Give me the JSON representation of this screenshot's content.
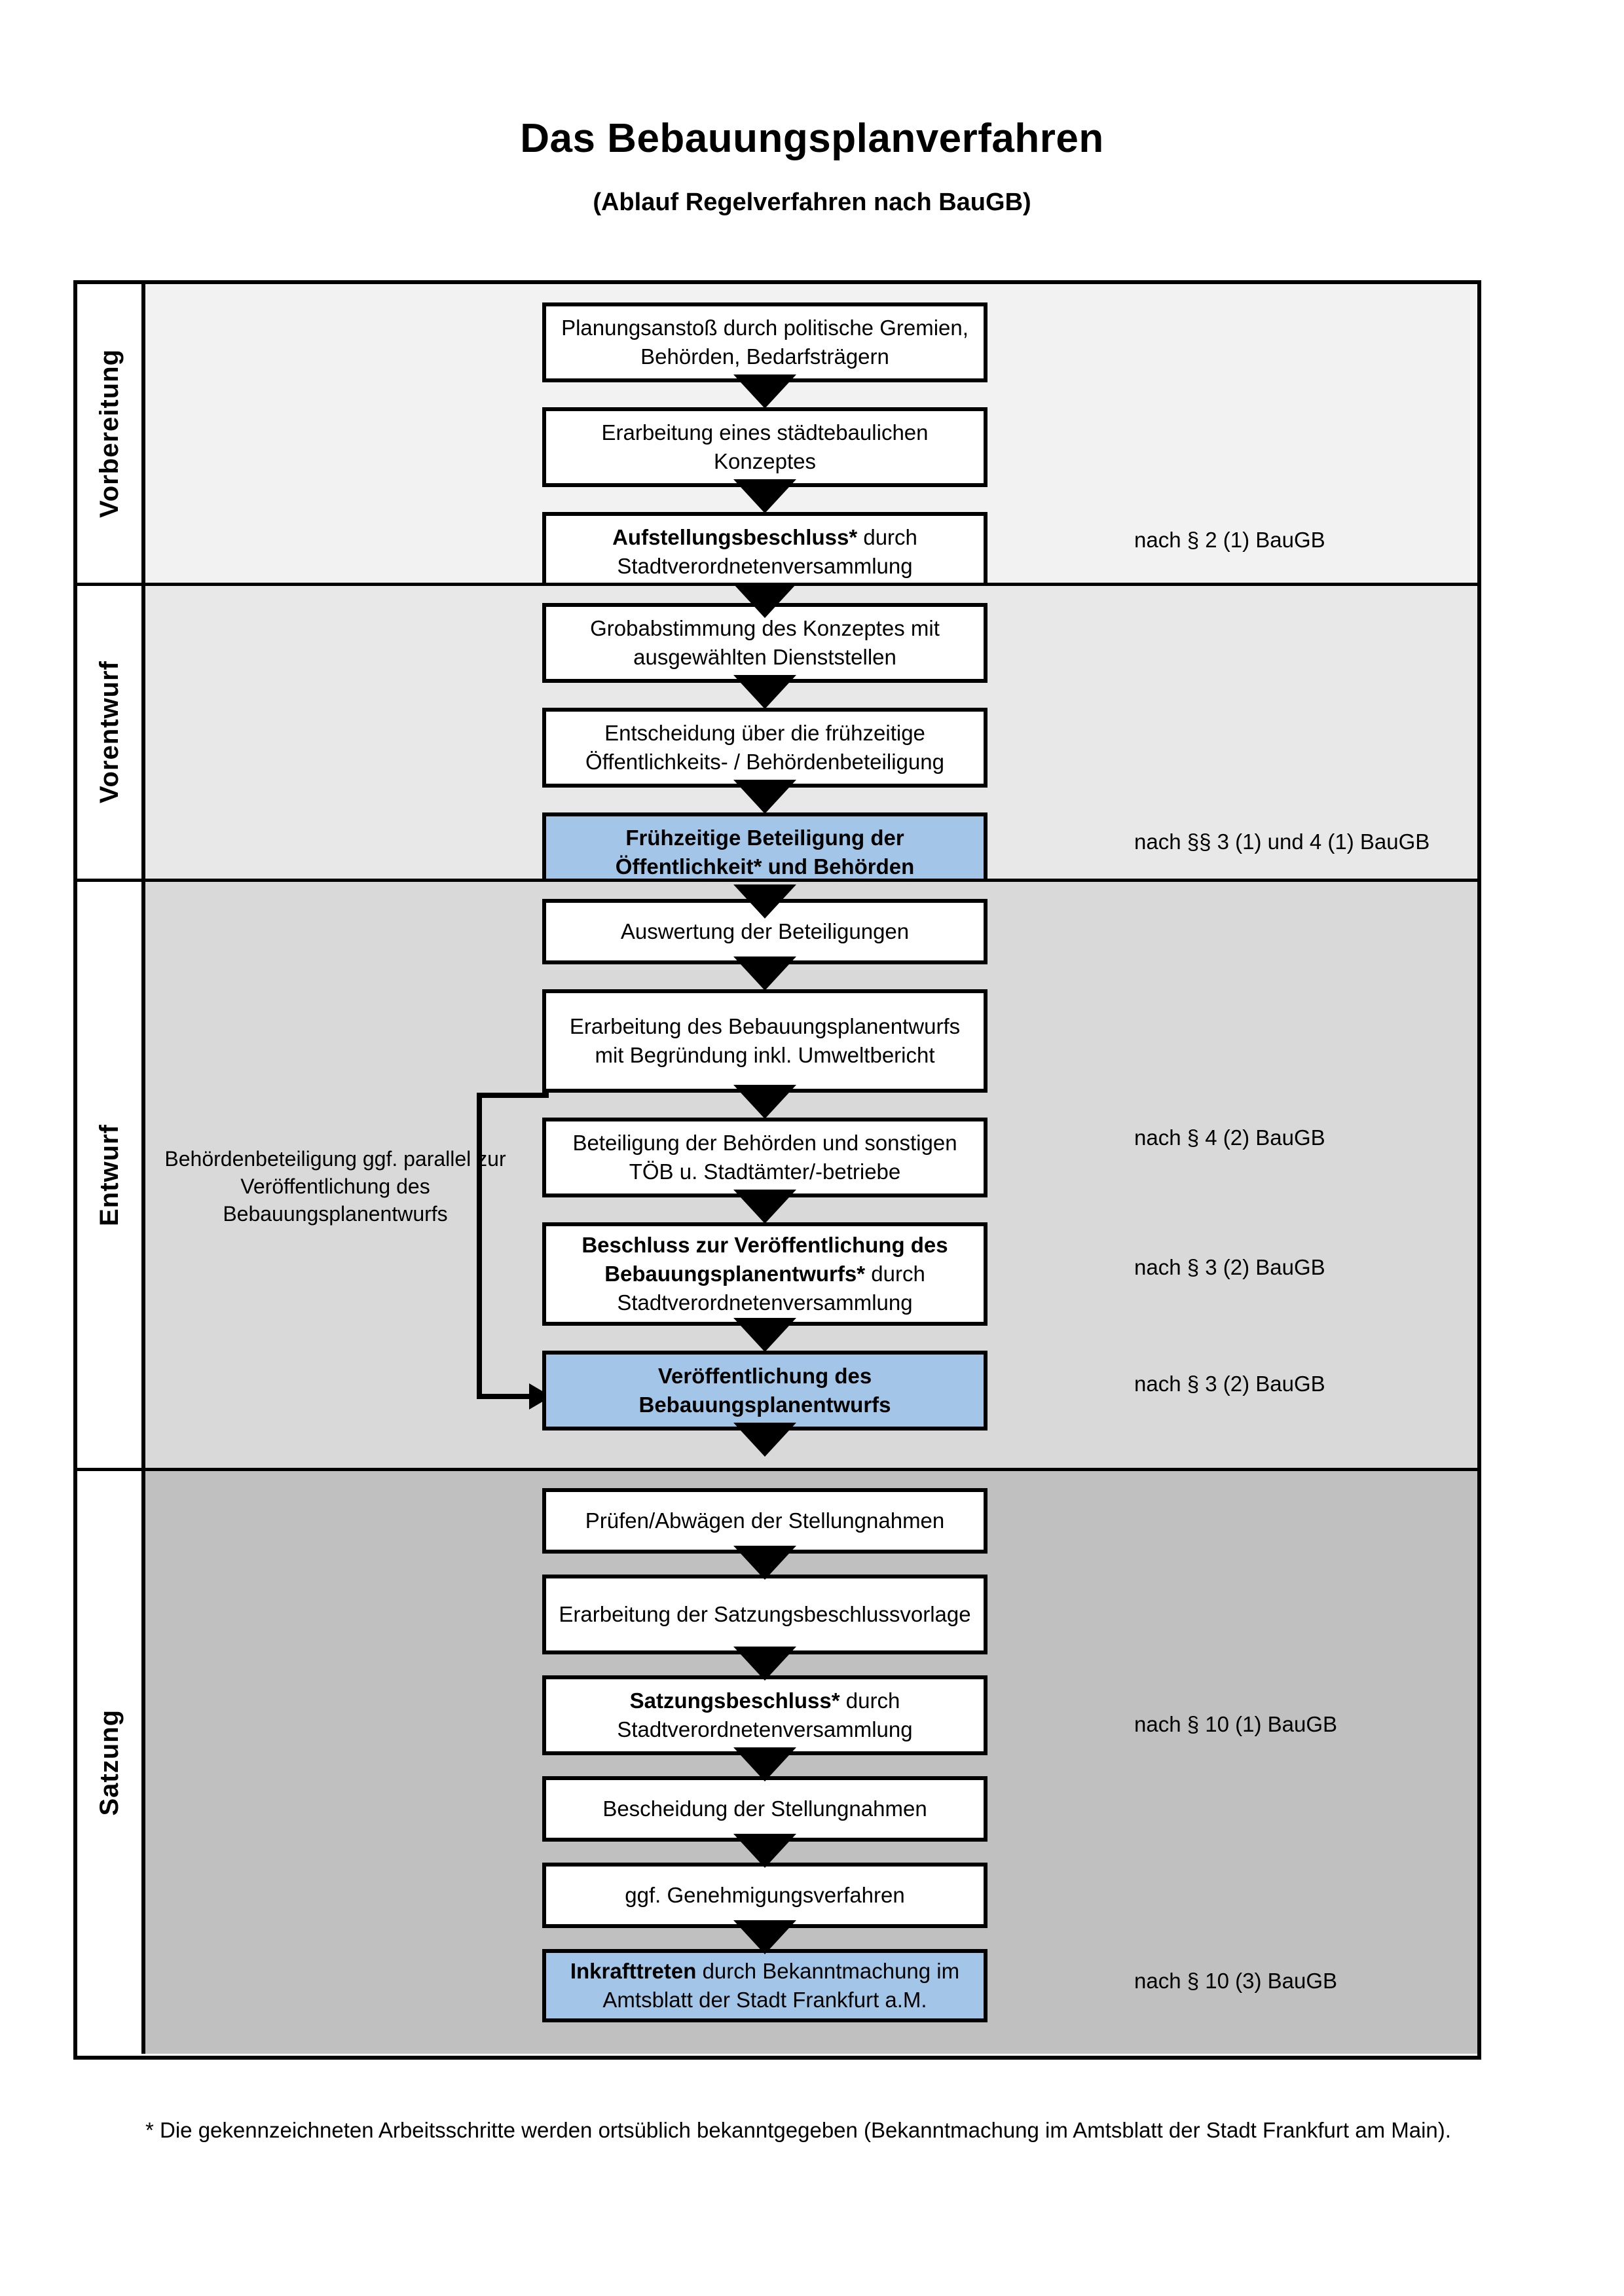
{
  "header": {
    "title": "Das Bebauungsplanverfahren",
    "subtitle": "(Ablauf Regelverfahren nach BauGB)"
  },
  "colors": {
    "highlight_blue": "#a3c6e8",
    "phase_tint_vorbereitung": "#f2f2f2",
    "phase_tint_vorentwurf": "#e8e8e8",
    "phase_tint_entwurf": "#d9d9d9",
    "phase_tint_satzung": "#c0c0c0",
    "border": "#000000"
  },
  "phases": [
    {
      "label": "Vorbereitung",
      "steps": [
        {
          "text": "Planungsanstoß durch politische Gremien, Behörden, Bedarfsträgern",
          "bold_prefix": "",
          "highlight": false
        },
        {
          "text": "Erarbeitung eines städtebaulichen Konzeptes",
          "bold_prefix": "",
          "highlight": false
        },
        {
          "text": "Stadtverordnetenversammlung",
          "bold_prefix": "Aufstellungsbeschluss*",
          "mid_text": " durch",
          "highlight": false
        }
      ],
      "legal_notes": [
        "nach § 2 (1) BauGB"
      ]
    },
    {
      "label": "Vorentwurf",
      "steps": [
        {
          "text": "Grobabstimmung des Konzeptes mit ausgewählten Dienststellen",
          "bold_prefix": "",
          "highlight": false
        },
        {
          "text": "Entscheidung über die frühzeitige Öffentlichkeits- / Behördenbeteiligung",
          "bold_prefix": "",
          "highlight": false
        },
        {
          "text": "Frühzeitige Beteiligung der Öffentlichkeit* und Behörden",
          "bold_prefix": "",
          "highlight": true
        }
      ],
      "legal_notes": [
        "nach §§ 3 (1) und 4 (1) BauGB"
      ]
    },
    {
      "label": "Entwurf",
      "side_note": "Behördenbeteiligung ggf. parallel zur Veröffentlichung des Bebauungsplanentwurfs",
      "steps": [
        {
          "text": "Auswertung der Beteiligungen",
          "bold_prefix": "",
          "highlight": false
        },
        {
          "text": "Erarbeitung des Bebauungsplanentwurfs mit Begründung inkl. Umweltbericht",
          "bold_prefix": "",
          "highlight": false
        },
        {
          "text": "Beteiligung der Behörden und sonstigen TÖB u. Stadtämter/-betriebe",
          "bold_prefix": "",
          "highlight": false
        },
        {
          "text": "Stadtverordnetenversammlung",
          "bold_prefix": "Beschluss zur Veröffentlichung des Bebauungsplanentwurfs*",
          "mid_text": " durch",
          "highlight": false
        },
        {
          "text": "Veröffentlichung des Bebauungsplanentwurfs",
          "bold_prefix": "",
          "highlight": true
        }
      ],
      "legal_notes": [
        "nach § 4 (2) BauGB",
        "nach § 3 (2) BauGB",
        "nach § 3 (2) BauGB"
      ]
    },
    {
      "label": "Satzung",
      "steps": [
        {
          "text": "Prüfen/Abwägen der Stellungnahmen",
          "bold_prefix": "",
          "highlight": false
        },
        {
          "text": "Erarbeitung der Satzungsbeschlussvorlage",
          "bold_prefix": "",
          "highlight": false
        },
        {
          "text": "Stadtverordnetenversammlung",
          "bold_prefix": "Satzungsbeschluss*",
          "mid_text": " durch",
          "highlight": false
        },
        {
          "text": "Bescheidung der Stellungnahmen",
          "bold_prefix": "",
          "highlight": false
        },
        {
          "text": "ggf. Genehmigungsverfahren",
          "bold_prefix": "",
          "highlight": false
        },
        {
          "text": "durch Bekanntmachung im Amtsblatt der Stadt Frankfurt a.M.",
          "bold_prefix": "Inkrafttreten",
          "mid_text": " ",
          "highlight": true
        }
      ],
      "legal_notes": [
        "nach § 10 (1) BauGB",
        "nach § 10 (3) BauGB"
      ]
    }
  ],
  "footnote": "* Die gekennzeichneten Arbeitsschritte werden ortsüblich bekanntgegeben (Bekanntmachung im Amtsblatt  der Stadt Frankfurt am Main)."
}
